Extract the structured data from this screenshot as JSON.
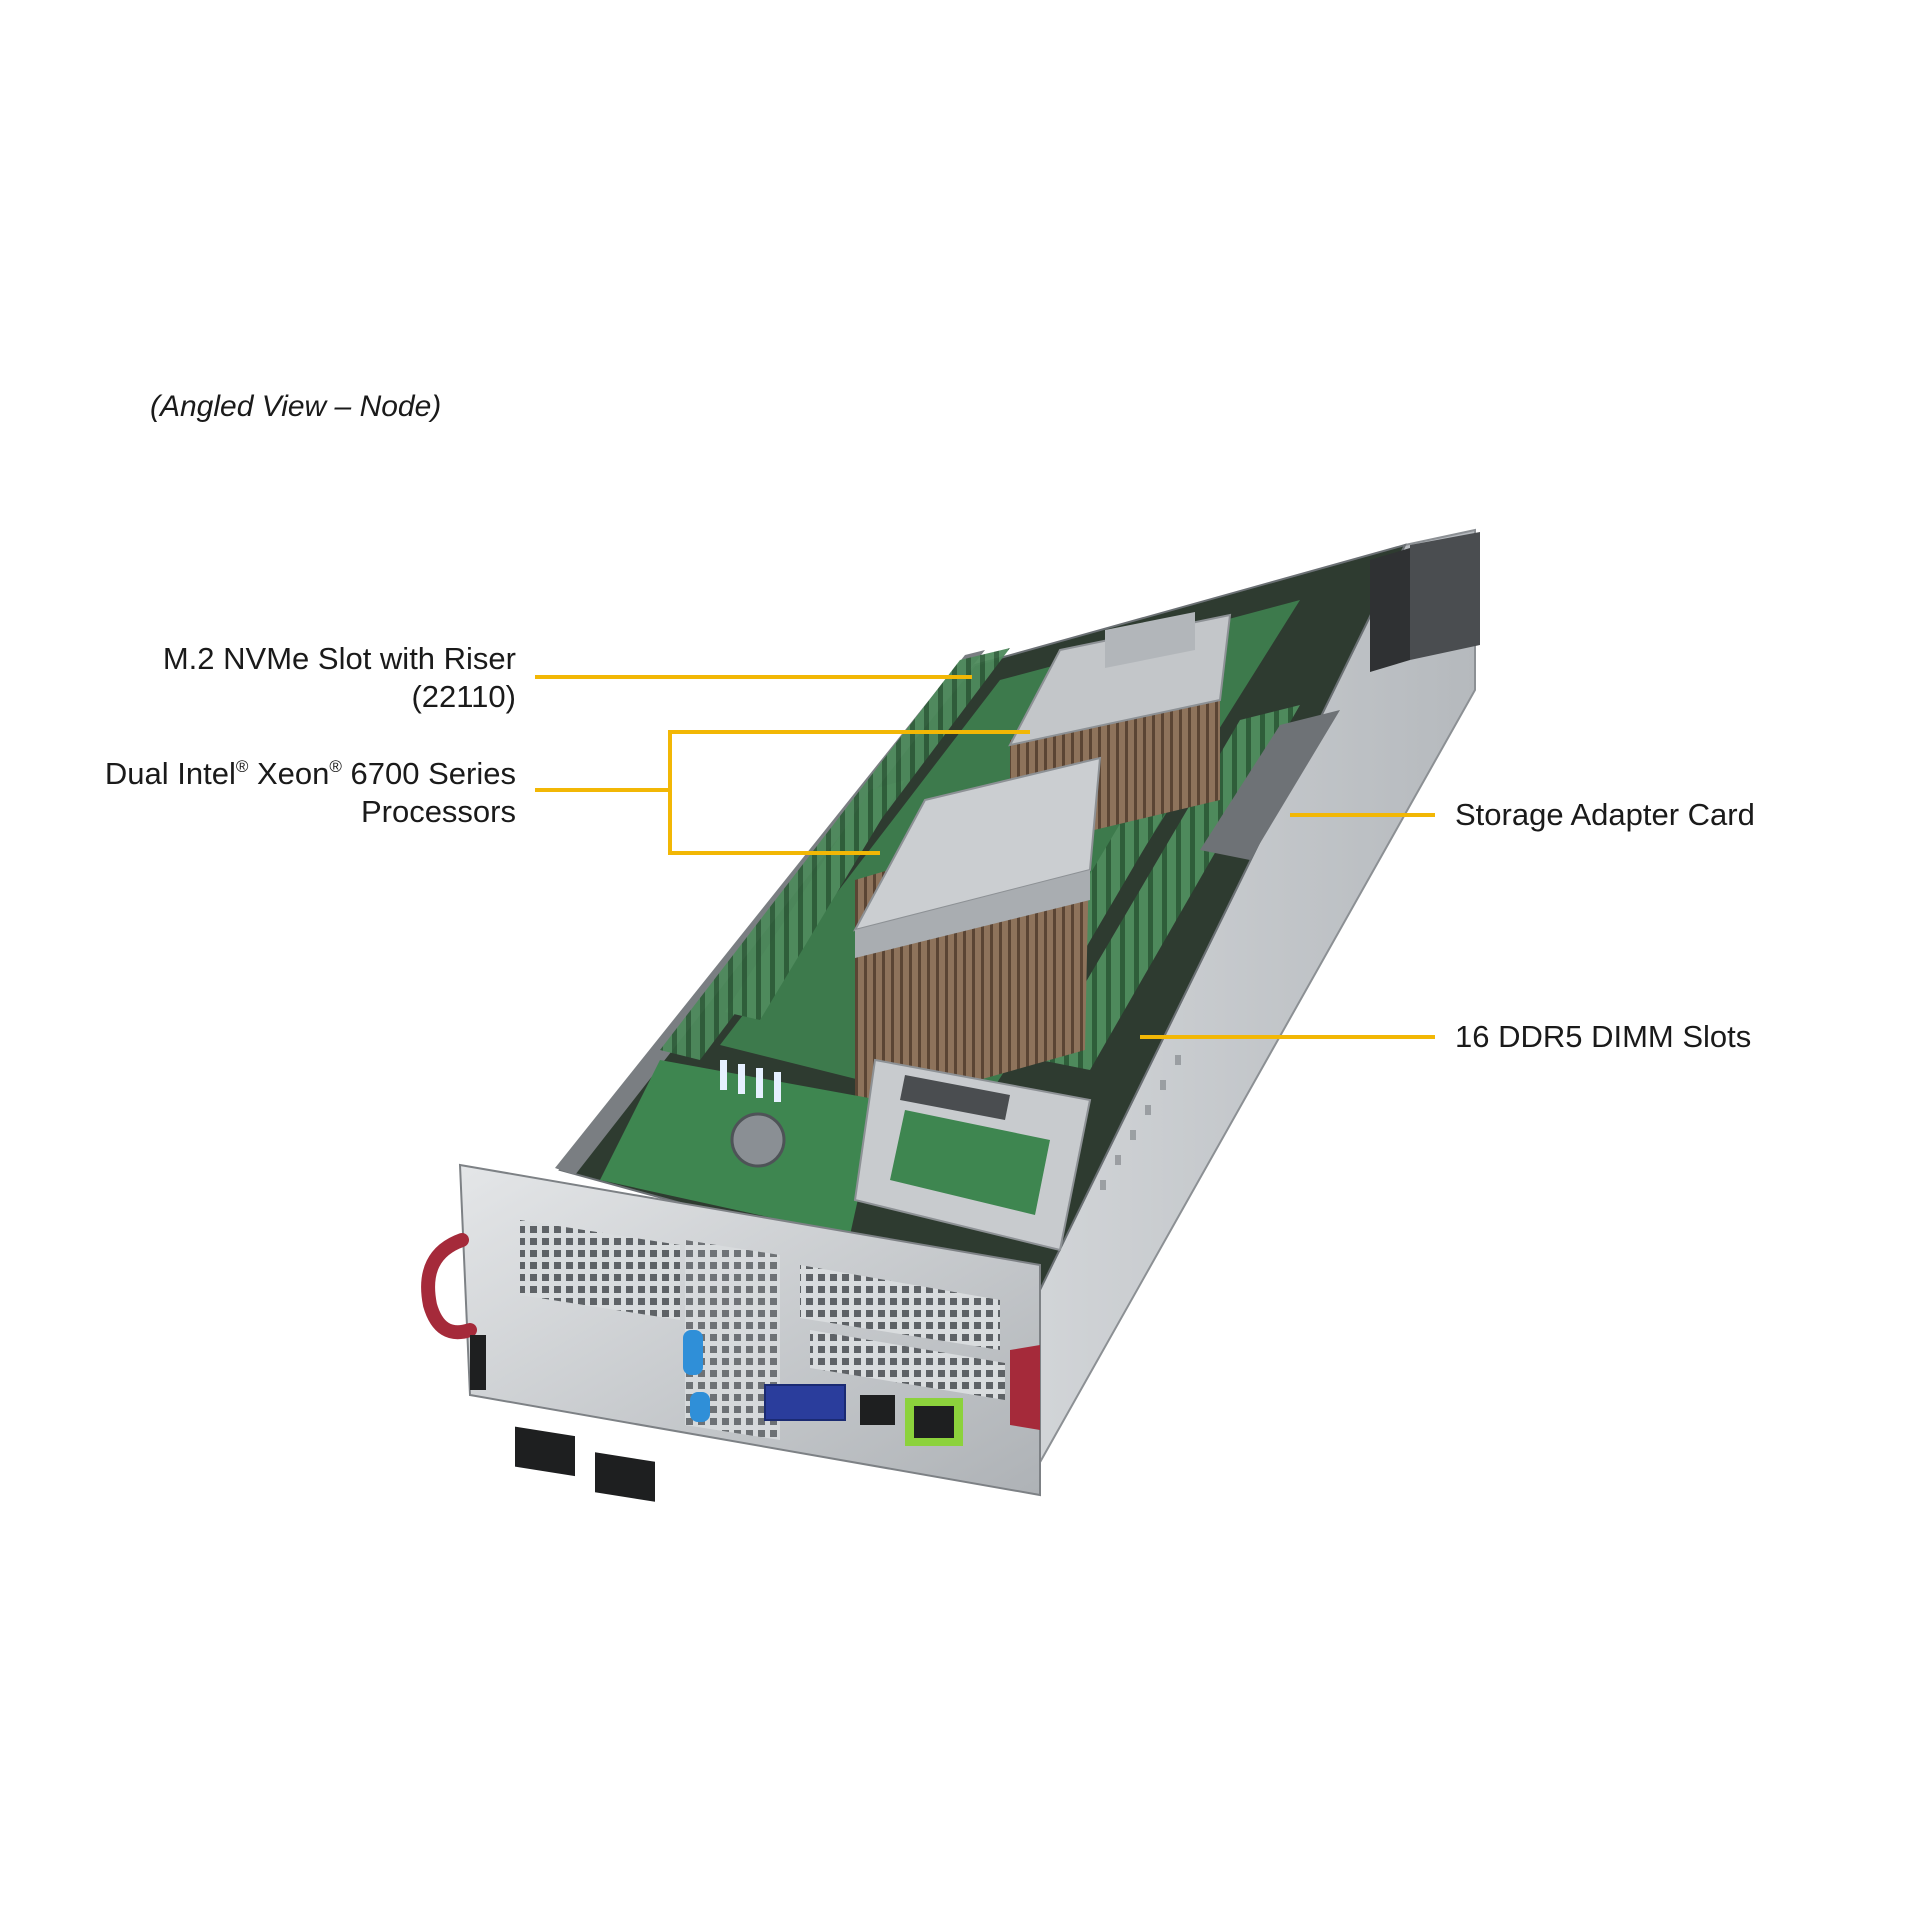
{
  "title": "(Angled View – Node)",
  "callouts": {
    "m2": {
      "line1": "M.2 NVMe Slot with Riser",
      "line2": "(22110)"
    },
    "cpu": {
      "part1": "Dual Intel",
      "part2": " Xeon",
      "part3": " 6700 Series",
      "reg": "®",
      "line2": "Processors"
    },
    "storage": {
      "text": "Storage Adapter Card"
    },
    "dimm": {
      "text": "16 DDR5 DIMM Slots"
    }
  },
  "colors": {
    "leader": "#F2B705",
    "chassis": "#C9CCCF",
    "pcb": "#3F7F4F",
    "heatsink": "#8A6E55",
    "handle": "#A52A3A",
    "port_green": "#8CD23C"
  }
}
